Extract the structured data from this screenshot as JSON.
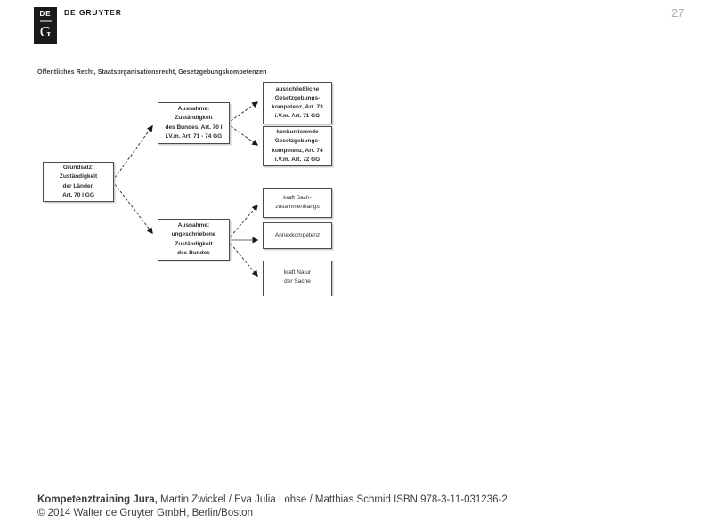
{
  "brand": {
    "logo_top": "DE",
    "logo_bottom": "G",
    "name": "DE GRUYTER"
  },
  "page": {
    "number": "27"
  },
  "slide": {
    "heading": "Öffentliches Recht, Staatsorganisationsrecht, Gesetzgebungskompetenzen"
  },
  "diagram": {
    "nodes": {
      "grundsatz": "Grundsatz:\nZuständigkeit\nder Länder,\nArt. 70 I GG",
      "ausnahme_geschrieben": "Ausnahme:\nZuständigkeit\ndes Bundes, Art. 70 I\ni.V.m. Art. 71 - 74 GG",
      "ausnahme_ungeschrieben": "Ausnahme:\nungeschriebene\nZuständigkeit\ndes Bundes",
      "ausschliessliche": "ausschließliche\nGesetzgebungs-\nkompetenz, Art. 73\ni.V.m. Art. 71 GG",
      "konkurrierende": "konkurrierende\nGesetzgebungs-\nkompetenz, Art. 74\ni.V.m. Art. 72 GG",
      "kraft_sach": "kraft Sach-\nzusammenhangs",
      "annex": "Annexkompetenz",
      "kraft_natur": "kraft Natur\nder Sache"
    },
    "edges": [
      {
        "from": "grundsatz",
        "to": "ausnahme_geschrieben"
      },
      {
        "from": "grundsatz",
        "to": "ausnahme_ungeschrieben"
      },
      {
        "from": "ausnahme_geschrieben",
        "to": "ausschliessliche"
      },
      {
        "from": "ausnahme_geschrieben",
        "to": "konkurrierende"
      },
      {
        "from": "ausnahme_ungeschrieben",
        "to": "kraft_sach"
      },
      {
        "from": "ausnahme_ungeschrieben",
        "to": "annex"
      },
      {
        "from": "ausnahme_ungeschrieben",
        "to": "kraft_natur"
      }
    ]
  },
  "footer": {
    "line1_bold": "Kompetenztraining Jura,",
    "line1_rest": " Martin Zwickel / Eva Julia Lohse / Matthias Schmid ISBN 978-3-11-031236-2",
    "line2": "© 2014 Walter de Gruyter GmbH, Berlin/Boston"
  },
  "colors": {
    "box_border": "#4a4a4a",
    "box_shadow": "#cfcfcf",
    "logo_background": "#1a1a1a",
    "page_number": "#aeaeae",
    "text": "#2b2b2b"
  }
}
